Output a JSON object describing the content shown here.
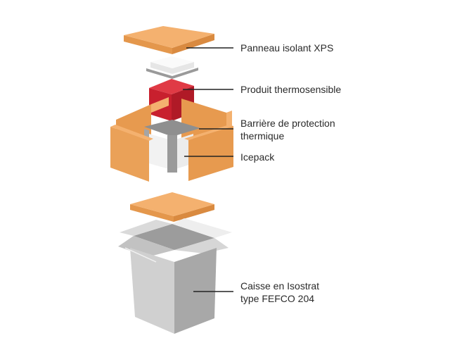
{
  "labels": {
    "xps_panel": "Panneau isolant XPS",
    "product": "Produit thermosensible",
    "barrier_line1": "Barrière de protection",
    "barrier_line2": "thermique",
    "icepack": "Icepack",
    "box_line1": "Caisse en Isostrat",
    "box_line2": "type FEFCO 204"
  },
  "colors": {
    "xps_top": "#f4b16f",
    "xps_side": "#e79a4f",
    "product_red": "#c8202e",
    "barrier_grey": "#8f8f8f",
    "icepack_white": "#f2f2f2",
    "box_grey": "#cfcfcf",
    "leader_line": "#222222"
  }
}
